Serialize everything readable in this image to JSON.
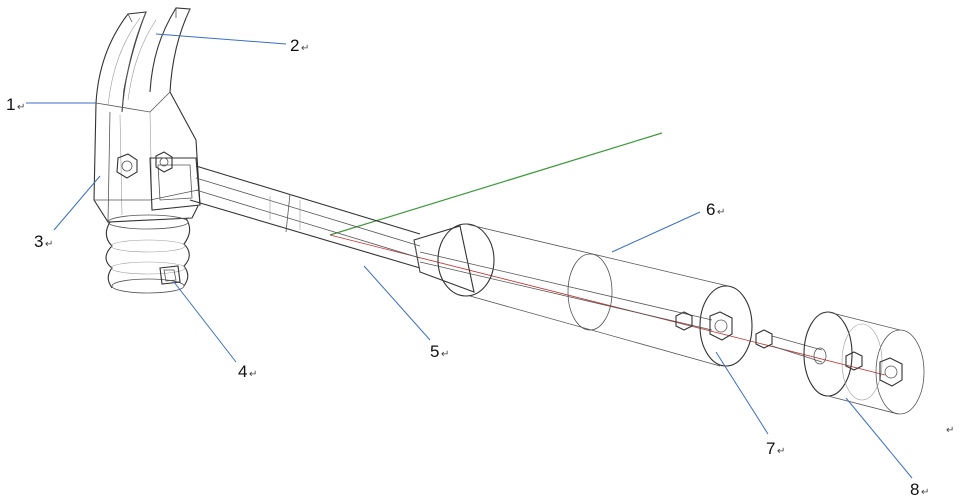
{
  "diagram": {
    "callouts": [
      {
        "id": "1",
        "label": "1",
        "mark": "↵"
      },
      {
        "id": "2",
        "label": "2",
        "mark": "↵"
      },
      {
        "id": "3",
        "label": "3",
        "mark": "↵"
      },
      {
        "id": "4",
        "label": "4",
        "mark": "↵"
      },
      {
        "id": "5",
        "label": "5",
        "mark": "↵"
      },
      {
        "id": "6",
        "label": "6",
        "mark": "↵"
      },
      {
        "id": "7",
        "label": "7",
        "mark": "↵"
      },
      {
        "id": "8",
        "label": "8",
        "mark": "↵"
      }
    ],
    "stray_mark": "↵",
    "colors": {
      "leader": "#3a6fc4",
      "axis_green": "#3c9a3c",
      "axis_red": "#c03030",
      "wire": "#555555"
    }
  }
}
